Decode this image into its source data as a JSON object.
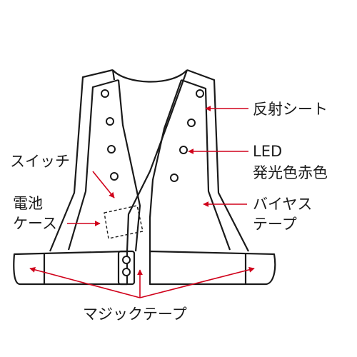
{
  "labels": {
    "reflective_sheet": "反射シート",
    "led_line1": "LED",
    "led_line2": "発光色赤色",
    "bias_line1": "バイヤス",
    "bias_line2": "テープ",
    "switch": "スイッチ",
    "battery_line1": "電池",
    "battery_line2": "ケース",
    "velcro": "マジックテープ"
  },
  "colors": {
    "outline": "#1a1a1a",
    "arrow": "#d0021b",
    "text": "#1a1a1a"
  }
}
